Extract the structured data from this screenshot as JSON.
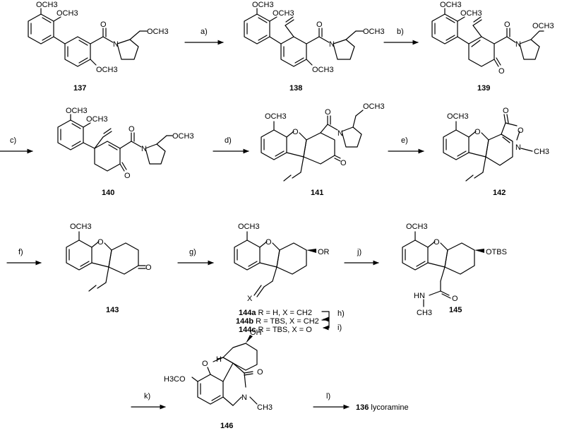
{
  "compounds": [
    "137",
    "138",
    "139",
    "140",
    "141",
    "142",
    "143",
    "144a",
    "144b",
    "144c",
    "145",
    "146",
    "136"
  ],
  "steps": [
    "a)",
    "b)",
    "c)",
    "d)",
    "e)",
    "f)",
    "g)",
    "h)",
    "i)",
    "j)",
    "k)",
    "l)"
  ],
  "atoms": {
    "ome": "OCH3",
    "o": "O",
    "n": "N",
    "ch3": "CH3",
    "h": "H",
    "oh": "OH",
    "or": "OR",
    "x": "X",
    "otbs": "OTBS",
    "nh": "HN",
    "h3co": "H3CO"
  },
  "series_144": [
    {
      "id": "144a",
      "text": " R = H, X = CH2"
    },
    {
      "id": "144b",
      "text": " R = TBS, X = CH2"
    },
    {
      "id": "144c",
      "text": " R = TBS, X = O"
    }
  ],
  "final_product": {
    "id": "136",
    "name": " lycoramine"
  }
}
